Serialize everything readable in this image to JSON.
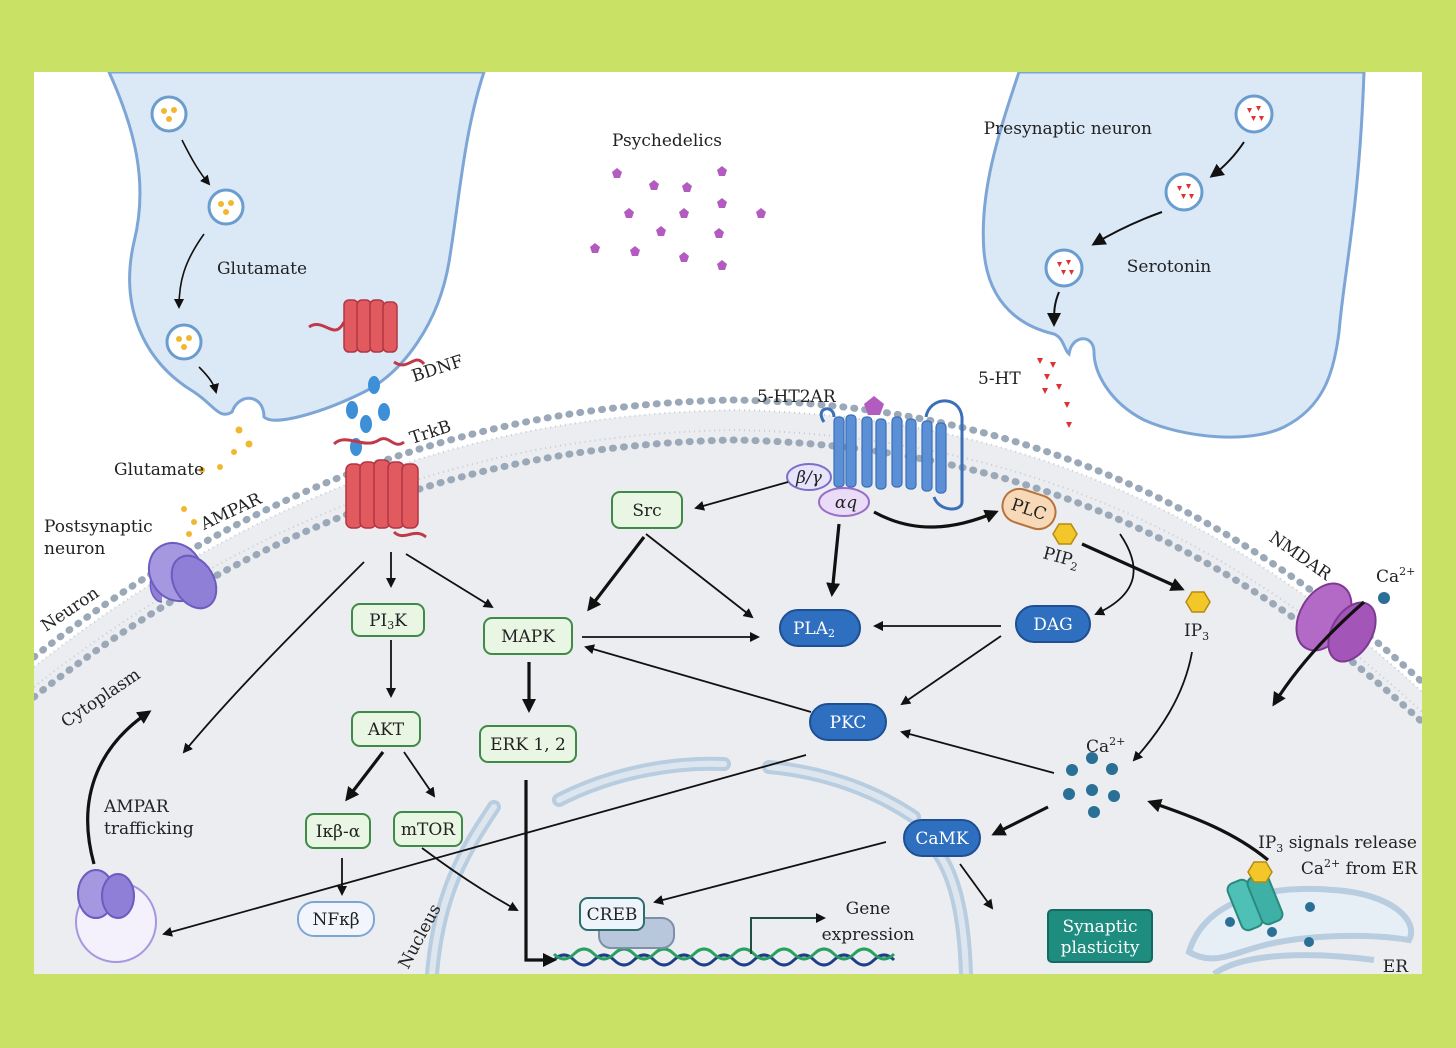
{
  "colors": {
    "background": "#c9e265",
    "panel": "#ffffff",
    "neuron_fill": "#dbe8f5",
    "neuron_stroke": "#7da6d6",
    "cytoplasm": "#ebedf0",
    "membrane_bead": "#9aa8b8",
    "green_node_fill": "#eaf6e4",
    "green_node_stroke": "#3e8a47",
    "blue_node_fill": "#2f6fc0",
    "synaptic_fill": "#1f8c80",
    "receptor_red": "#e05a5f",
    "receptor_blue": "#5b8fd6",
    "receptor_purple": "#8f7fd6",
    "nmdar_purple": "#a456b8",
    "psychedelic": "#b35cc0",
    "serotonin_red": "#e03030",
    "glutamate_yellow": "#f0b830",
    "ca_dot": "#2a6f96",
    "pip_yellow": "#f3c72a"
  },
  "labels": {
    "psychedelics": "Psychedelics",
    "presynaptic_neuron": "Presynaptic neuron",
    "serotonin": "Serotonin",
    "five_ht": "5-HT",
    "glutamate_top": "Glutamate",
    "glutamate_cleft": "Glutamate",
    "bdnf": "BDNF",
    "trkb": "TrkB",
    "five_ht2ar": "5-HT2AR",
    "postsynaptic_line1": "Postsynaptic",
    "postsynaptic_line2": "neuron",
    "ampar": "AMPAR",
    "neuron": "Neuron",
    "cytoplasm": "Cytoplasm",
    "nmdar": "NMDAR",
    "ca_nmdar": "Ca",
    "ca_sup": "2+",
    "ip3_label": "IP",
    "ip3_sub": "3",
    "ca_pool": "Ca",
    "ampar_traff_1": "AMPAR",
    "ampar_traff_2": "trafficking",
    "nucleus": "Nucleus",
    "gene_1": "Gene",
    "gene_2": "expression",
    "ip3_release_1_a": "IP",
    "ip3_release_1_sub": "3",
    "ip3_release_1_b": " signals release",
    "ip3_release_2_a": "Ca",
    "ip3_release_2_sup": "2+",
    "ip3_release_2_b": " from ER",
    "er": "ER",
    "beta_gamma": "β/γ",
    "alpha_q": "αq",
    "pip2": "PIP",
    "pip2_sub": "2"
  },
  "nodes": {
    "src": "Src",
    "pi3k": "PI",
    "pi3k_sub": "3",
    "pi3k_end": "K",
    "mapk": "MAPK",
    "akt": "AKT",
    "erk": "ERK 1, 2",
    "ikb": "Iκβ-α",
    "mtor": "mTOR",
    "nfkb": "NFκβ",
    "creb": "CREB",
    "pla2": "PLA",
    "pla2_sub": "2",
    "dag": "DAG",
    "pkc": "PKC",
    "camk": "CaMK",
    "plc": "PLC",
    "synaptic_1": "Synaptic",
    "synaptic_2": "plasticity"
  }
}
